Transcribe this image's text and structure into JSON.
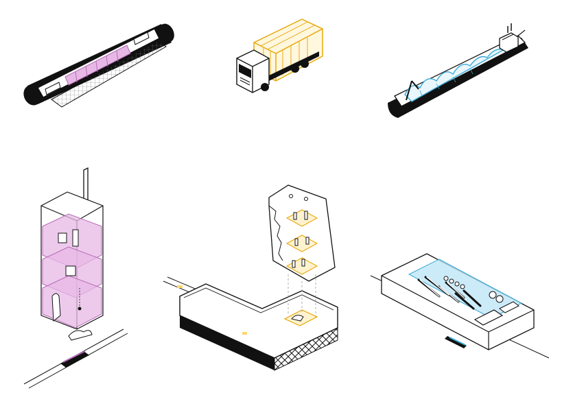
{
  "colors": {
    "ink": "#111111",
    "background": "#ffffff",
    "accent_pink": "#e7b8e6",
    "accent_pink_edge": "#b56ab3",
    "accent_yellow": "#ffd66b",
    "accent_yellow_edge": "#e6a400",
    "accent_blue": "#bfe6f6",
    "accent_blue_edge": "#38a9d8",
    "grey": "#c9c9c9"
  },
  "scenes": [
    {
      "name": "subway-train-tunnel",
      "icon": "train-icon",
      "accent": "accent_pink"
    },
    {
      "name": "garbage-truck",
      "icon": "truck-icon",
      "accent": "accent_yellow"
    },
    {
      "name": "cargo-barge",
      "icon": "ship-icon",
      "accent": "accent_blue"
    },
    {
      "name": "vertical-sorting-tower",
      "icon": "tower-icon",
      "accent": "accent_pink"
    },
    {
      "name": "low-rise-facility-with-annex",
      "icon": "building-icon",
      "accent": "accent_yellow"
    },
    {
      "name": "open-sorting-yard",
      "icon": "yard-icon",
      "accent": "accent_blue"
    }
  ]
}
